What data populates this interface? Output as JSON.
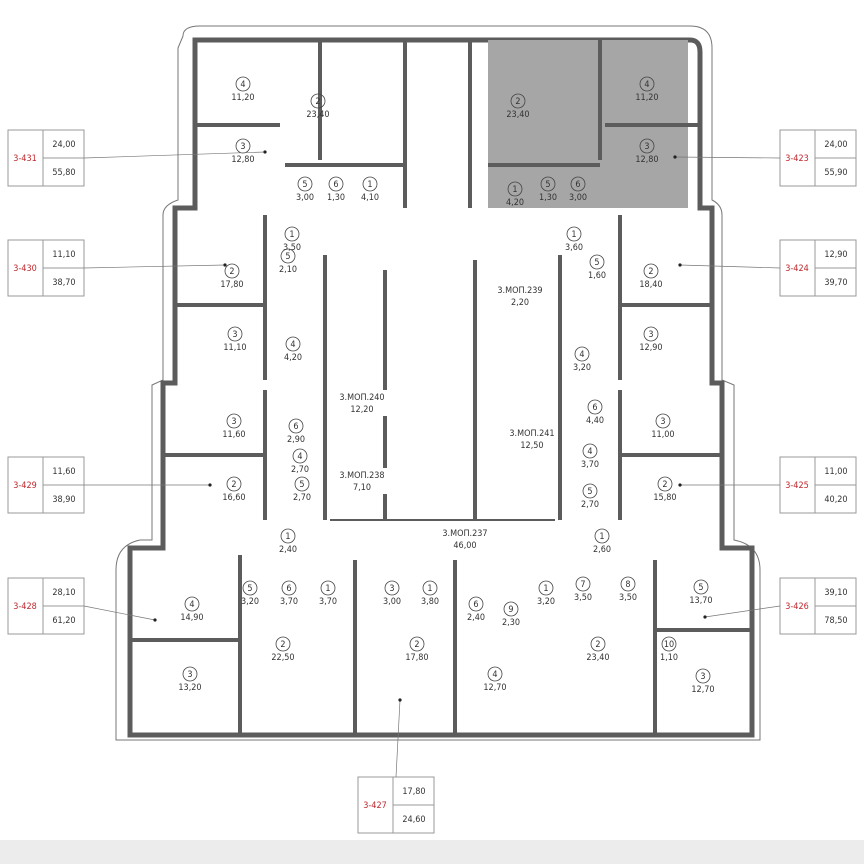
{
  "colors": {
    "wall": "#5c5c5c",
    "highlight": "#a6a6a6",
    "apartment_id": "#c0282d",
    "text": "#333333"
  },
  "highlighted_apartment": "3-423",
  "apartments": [
    {
      "id": "3-431",
      "living": "24,00",
      "total": "55,80",
      "side": "left",
      "rooms": [
        {
          "n": "4",
          "a": "11,20"
        },
        {
          "n": "2",
          "a": "23,40"
        },
        {
          "n": "3",
          "a": "12,80"
        },
        {
          "n": "5",
          "a": "3,00"
        },
        {
          "n": "6",
          "a": "1,30"
        },
        {
          "n": "1",
          "a": "4,10"
        }
      ]
    },
    {
      "id": "3-430",
      "living": "11,10",
      "total": "38,70",
      "side": "left",
      "rooms": [
        {
          "n": "1",
          "a": "3,50"
        },
        {
          "n": "5",
          "a": "2,10"
        },
        {
          "n": "2",
          "a": "17,80"
        },
        {
          "n": "3",
          "a": "11,10"
        },
        {
          "n": "4",
          "a": "4,20"
        }
      ]
    },
    {
      "id": "3-429",
      "living": "11,60",
      "total": "38,90",
      "side": "left",
      "rooms": [
        {
          "n": "3",
          "a": "11,60"
        },
        {
          "n": "6",
          "a": "2,90"
        },
        {
          "n": "4",
          "a": "2,70"
        },
        {
          "n": "2",
          "a": "16,60"
        },
        {
          "n": "5",
          "a": "2,70"
        },
        {
          "n": "1",
          "a": "2,40"
        }
      ]
    },
    {
      "id": "3-428",
      "living": "28,10",
      "total": "61,20",
      "side": "left",
      "rooms": [
        {
          "n": "5",
          "a": "3,20"
        },
        {
          "n": "6",
          "a": "3,70"
        },
        {
          "n": "1",
          "a": "3,70"
        },
        {
          "n": "4",
          "a": "14,90"
        },
        {
          "n": "2",
          "a": "22,50"
        },
        {
          "n": "3",
          "a": "13,20"
        }
      ]
    },
    {
      "id": "3-423",
      "living": "24,00",
      "total": "55,90",
      "side": "right",
      "rooms": [
        {
          "n": "2",
          "a": "23,40"
        },
        {
          "n": "4",
          "a": "11,20"
        },
        {
          "n": "3",
          "a": "12,80"
        },
        {
          "n": "5",
          "a": "1,30"
        },
        {
          "n": "6",
          "a": "3,00"
        },
        {
          "n": "1",
          "a": "4,20"
        }
      ]
    },
    {
      "id": "3-424",
      "living": "12,90",
      "total": "39,70",
      "side": "right",
      "rooms": [
        {
          "n": "1",
          "a": "3,60"
        },
        {
          "n": "5",
          "a": "1,60"
        },
        {
          "n": "2",
          "a": "18,40"
        },
        {
          "n": "3",
          "a": "12,90"
        },
        {
          "n": "4",
          "a": "3,20"
        }
      ]
    },
    {
      "id": "3-425",
      "living": "11,00",
      "total": "40,20",
      "side": "right",
      "rooms": [
        {
          "n": "3",
          "a": "11,00"
        },
        {
          "n": "6",
          "a": "4,40"
        },
        {
          "n": "4",
          "a": "3,70"
        },
        {
          "n": "2",
          "a": "15,80"
        },
        {
          "n": "5",
          "a": "2,70"
        },
        {
          "n": "1",
          "a": "2,60"
        }
      ]
    },
    {
      "id": "3-426",
      "living": "39,10",
      "total": "78,50",
      "side": "right",
      "rooms": [
        {
          "n": "1",
          "a": "3,20"
        },
        {
          "n": "7",
          "a": "3,50"
        },
        {
          "n": "8",
          "a": "3,50"
        },
        {
          "n": "5",
          "a": "13,70"
        },
        {
          "n": "6",
          "a": "2,40"
        },
        {
          "n": "9",
          "a": "2,30"
        },
        {
          "n": "4",
          "a": "12,70"
        },
        {
          "n": "2",
          "a": "23,40"
        },
        {
          "n": "10",
          "a": "1,10"
        },
        {
          "n": "3",
          "a": "12,70"
        }
      ]
    },
    {
      "id": "3-427",
      "living": "17,80",
      "total": "24,60",
      "side": "bottom",
      "rooms": [
        {
          "n": "3",
          "a": "3,00"
        },
        {
          "n": "1",
          "a": "3,80"
        },
        {
          "n": "2",
          "a": "17,80"
        }
      ]
    }
  ],
  "common_areas": [
    {
      "id": "3.МОП.240",
      "area": "12,20"
    },
    {
      "id": "3.МОП.238",
      "area": "7,10"
    },
    {
      "id": "3.МОП.239",
      "area": "2,20"
    },
    {
      "id": "3.МОП.241",
      "area": "12,50"
    },
    {
      "id": "3.МОП.237",
      "area": "46,00"
    }
  ]
}
